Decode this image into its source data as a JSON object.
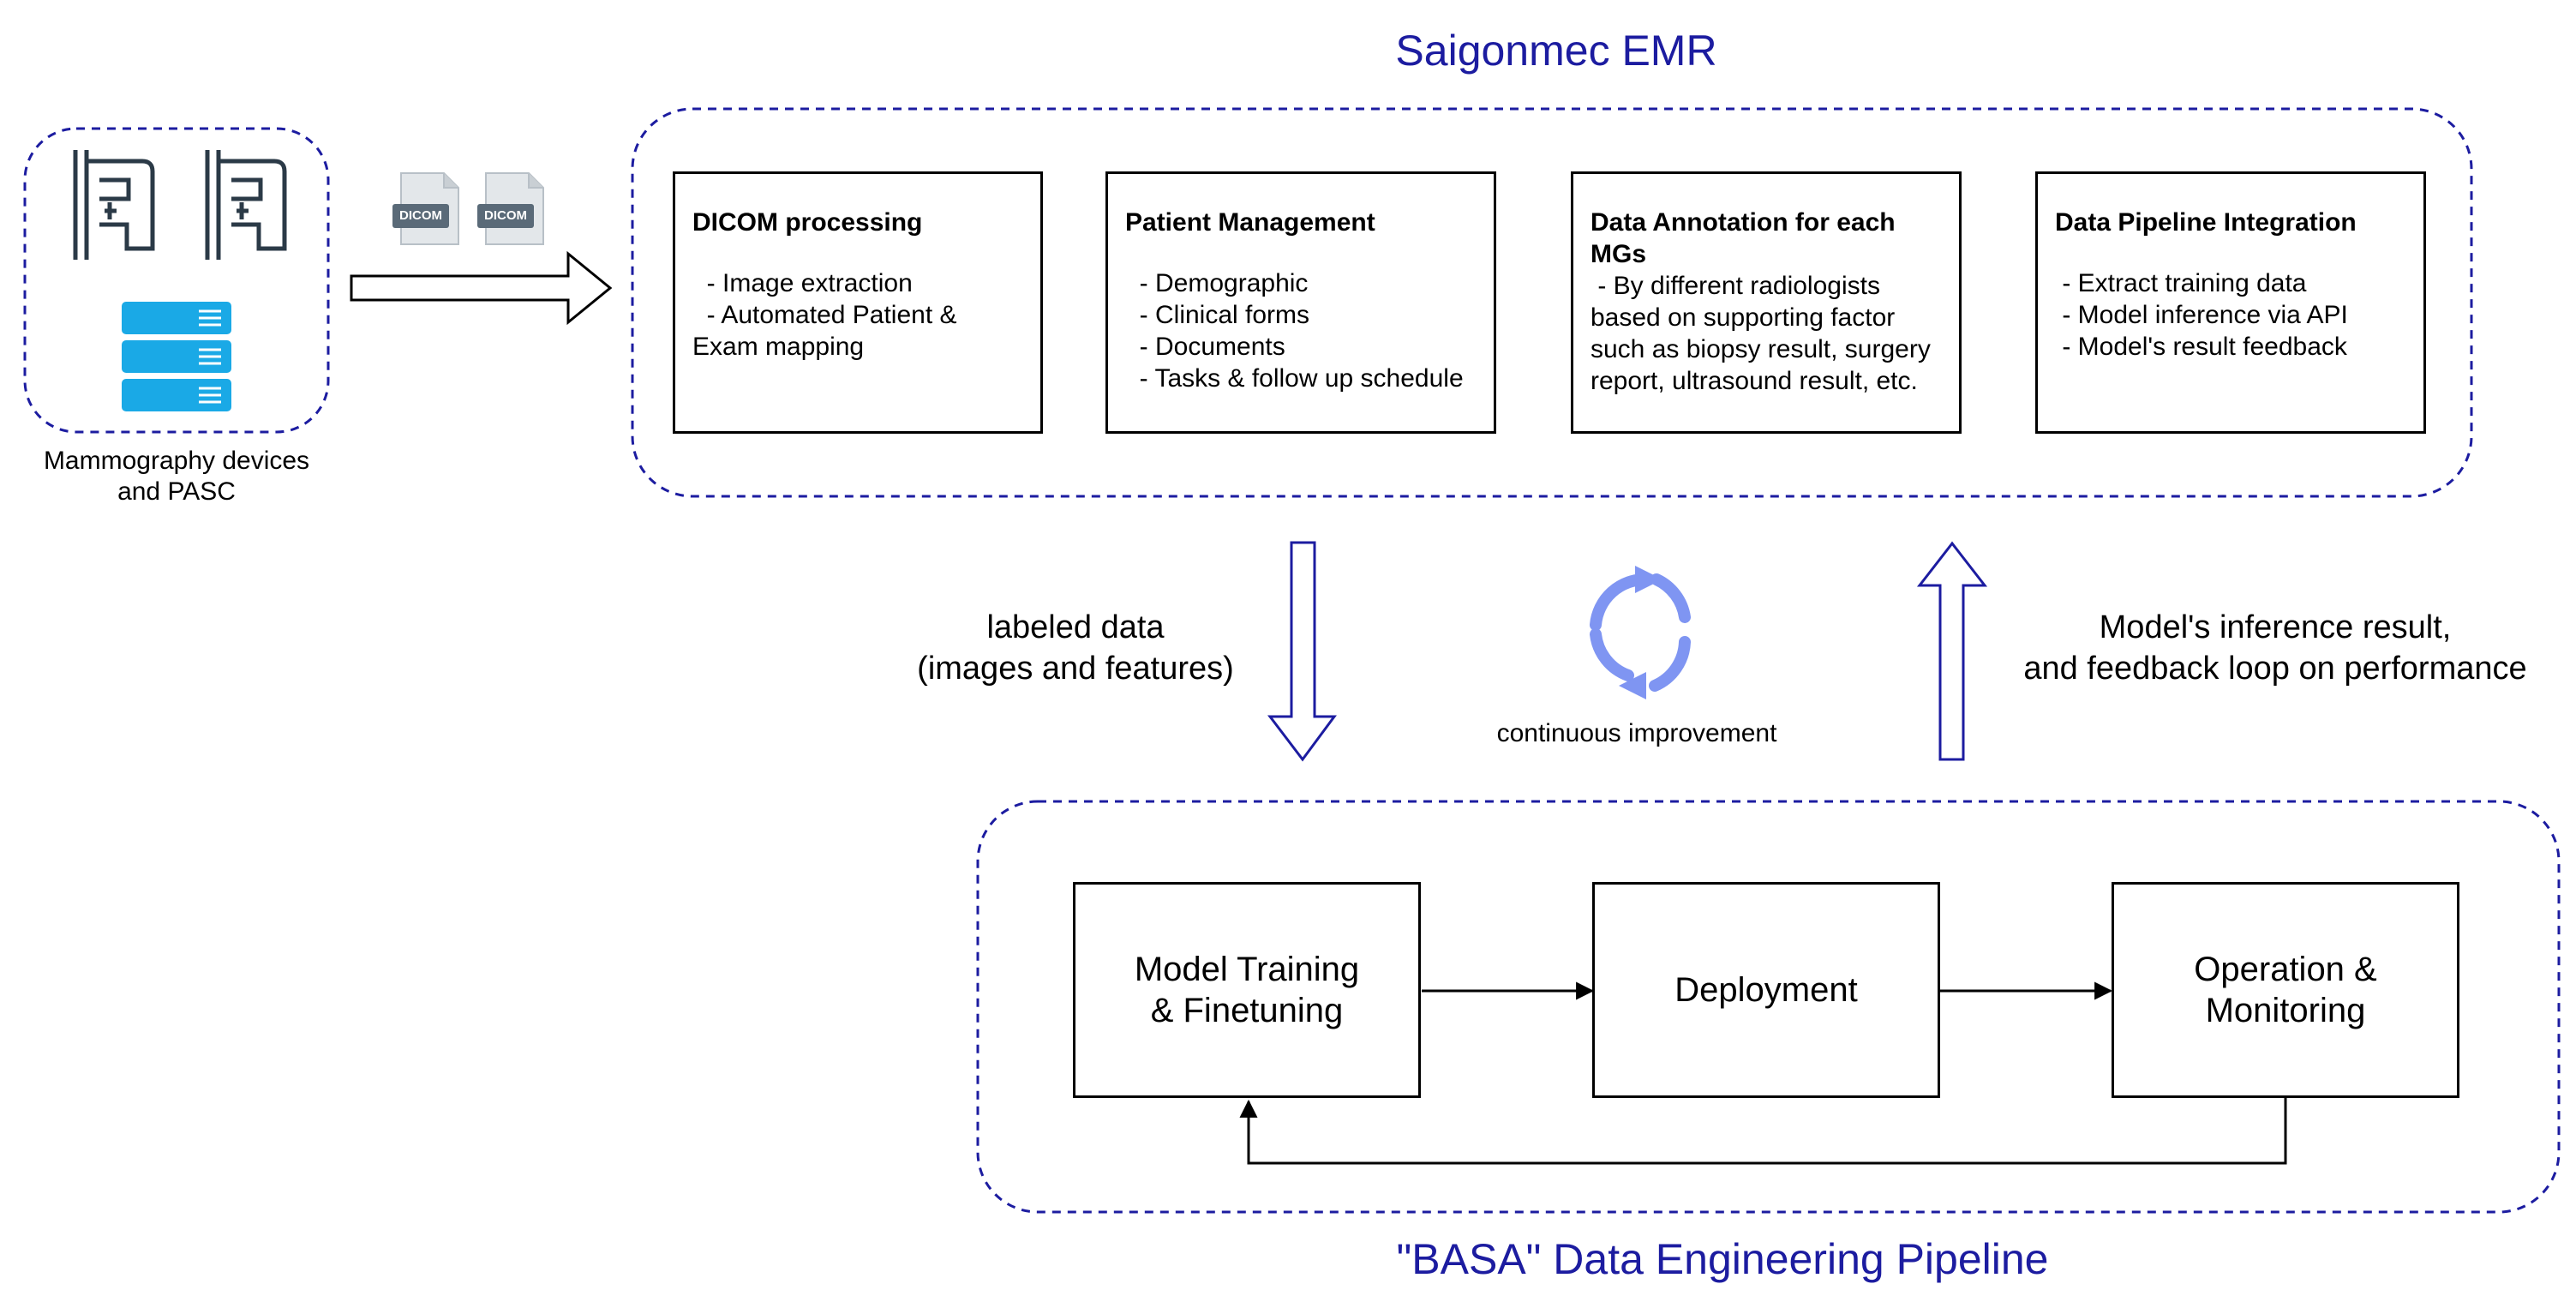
{
  "emr": {
    "title": "Saigonmec EMR",
    "cards": [
      {
        "heading": "DICOM processing",
        "lines": [
          "  - Image extraction",
          "  - Automated Patient & Exam mapping"
        ]
      },
      {
        "heading": "Patient Management",
        "lines": [
          "  - Demographic",
          "  - Clinical forms",
          "  - Documents",
          "  - Tasks & follow up schedule"
        ]
      },
      {
        "heading": "Data Annotation for each MGs",
        "lines": [
          " - By different radiologists based on supporting factor such as biopsy result, surgery report, ultrasound result, etc."
        ]
      },
      {
        "heading": "Data Pipeline Integration",
        "lines": [
          " - Extract training data",
          " - Model inference via API",
          " - Model's result feedback"
        ]
      }
    ]
  },
  "devices": {
    "caption_line1": "Mammography devices",
    "caption_line2": "and PASC",
    "dicom_label": "DICOM"
  },
  "flow": {
    "labeled_line1": "labeled data",
    "labeled_line2": "(images and features)",
    "cycle_label": "continuous improvement",
    "inference_line1": "Model's inference result,",
    "inference_line2": "and feedback loop on performance"
  },
  "pipeline": {
    "title": "\"BASA\" Data Engineering Pipeline",
    "stages": [
      {
        "line1": "Model Training",
        "line2": "& Finetuning"
      },
      {
        "line1": "Deployment",
        "line2": ""
      },
      {
        "line1": "Operation &",
        "line2": "Monitoring"
      }
    ]
  },
  "colors": {
    "accent": "#1c1ca0",
    "server": "#1aa9e6",
    "device": "#2b3a47",
    "file_badge": "#5a6a78",
    "cycle": "#7f95f2"
  }
}
